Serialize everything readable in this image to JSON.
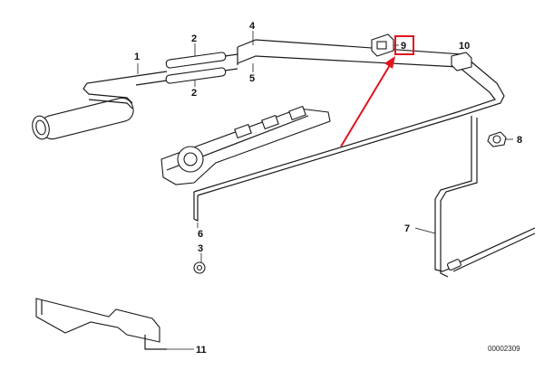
{
  "diagram": {
    "callouts": [
      {
        "id": "1",
        "label": "1"
      },
      {
        "id": "2a",
        "label": "2"
      },
      {
        "id": "2b",
        "label": "2"
      },
      {
        "id": "3",
        "label": "3"
      },
      {
        "id": "4",
        "label": "4"
      },
      {
        "id": "5",
        "label": "5"
      },
      {
        "id": "6",
        "label": "6"
      },
      {
        "id": "7",
        "label": "7"
      },
      {
        "id": "8",
        "label": "8"
      },
      {
        "id": "9",
        "label": "9"
      },
      {
        "id": "10",
        "label": "10"
      },
      {
        "id": "11",
        "label": "11"
      }
    ],
    "highlight": {
      "label": "9",
      "color": "#e0141e"
    },
    "arrow": {
      "color": "#e0141e"
    },
    "reference_number": "00002309"
  }
}
